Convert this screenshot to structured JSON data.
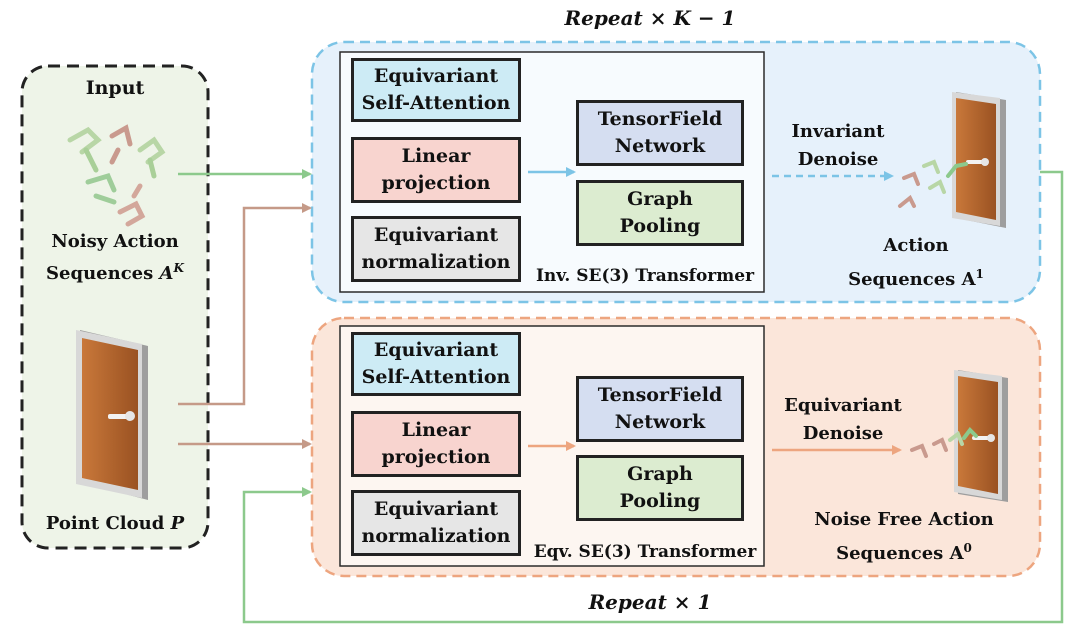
{
  "top_repeat": {
    "text": "Repeat",
    "rest": " × K − 1"
  },
  "bottom_repeat": {
    "text": "Repeat",
    "rest": " × 1"
  },
  "input_panel": {
    "title": "Input",
    "noisy_line1": "Noisy Action",
    "noisy_line2": "Sequences ",
    "noisy_symbol": "A",
    "noisy_sup": "K",
    "point_cloud": "Point Cloud ",
    "point_cloud_symbol": "P"
  },
  "invariant_branch": {
    "blocks": [
      {
        "line1": "Equivariant",
        "line2": "Self-Attention"
      },
      {
        "line1": "Linear",
        "line2": "projection"
      },
      {
        "line1": "Equivariant",
        "line2": "normalization"
      }
    ],
    "tensorfield": {
      "line1": "TensorField",
      "line2": "Network"
    },
    "pooling": {
      "line1": "Graph",
      "line2": "Pooling"
    },
    "transformer_label": "Inv. SE(3) Transformer",
    "denoise_line1": "Invariant",
    "denoise_line2": "Denoise",
    "output_line1": "Action",
    "output_line2": "Sequences A",
    "output_sup": "1"
  },
  "equivariant_branch": {
    "blocks": [
      {
        "line1": "Equivariant",
        "line2": "Self-Attention"
      },
      {
        "line1": "Linear",
        "line2": "projection"
      },
      {
        "line1": "Equivariant",
        "line2": "normalization"
      }
    ],
    "tensorfield": {
      "line1": "TensorField",
      "line2": "Network"
    },
    "pooling": {
      "line1": "Graph",
      "line2": "Pooling"
    },
    "transformer_label": "Eqv. SE(3) Transformer",
    "denoise_line1": "Equivariant",
    "denoise_line2": "Denoise",
    "output_line1": "Noise Free Action",
    "output_line2": "Sequences A",
    "output_sup": "0"
  },
  "colors": {
    "blue_panel": "#e6f1fb",
    "blue_dash": "#7cc4e6",
    "orange_panel": "#fbe6da",
    "orange_dash": "#eda57f",
    "input_panel": "#eef4e8",
    "attention_fill": "#cdebf5",
    "linear_fill": "#f8d4cf",
    "norm_fill": "#e6e6e6",
    "tensorfield_fill": "#d5def1",
    "pooling_fill": "#dcecd0",
    "green_line": "#8cc98c",
    "brown_line": "#c59a88",
    "door": "#b0652d"
  }
}
